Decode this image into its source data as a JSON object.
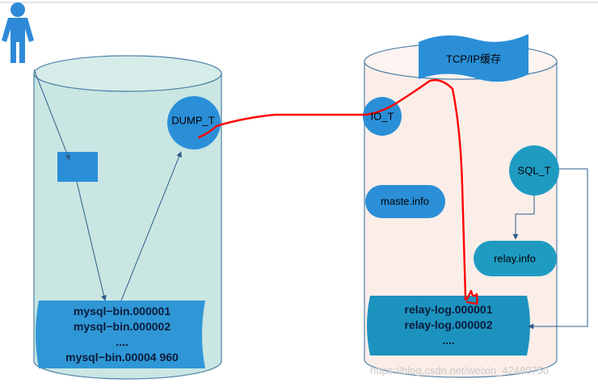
{
  "master": {
    "dump_thread": "DUMP_T",
    "binlog_files": [
      "mysql−bin.000001",
      "mysql−bin.000002",
      "....",
      "mysql−bin.00004  960"
    ]
  },
  "slave": {
    "tcp_cache": "TCP/IP缓存",
    "io_thread": "IO_T",
    "master_info": "maste.info",
    "sql_thread": "SQL_T",
    "relay_info": "relay.info",
    "relay_logs": [
      "relay-log.000001",
      "relay-log.000002",
      "...."
    ]
  },
  "watermark": "https://blog.csdn.net/weixin_42480750",
  "colors": {
    "cylinder_left_fill": "#c9e6e3",
    "cylinder_right_fill": "#fbeee9",
    "cylinder_outline": "#4f81a8",
    "thread_blue": "#2b8fd8",
    "sql_teal": "#1f9bc2",
    "doc_blue": "#2f97d6",
    "relay_doc": "#1c93bf",
    "red_line": "#ff0000",
    "arrow": "#2e5c8a",
    "person": "#2e8ad8"
  },
  "icons": [
    "person-icon"
  ]
}
